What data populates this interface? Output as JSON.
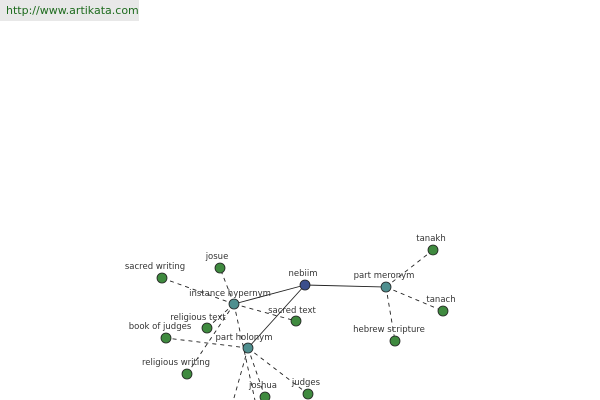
{
  "credit": {
    "url_text": "http://www.artikata.com"
  },
  "colors": {
    "center_node": "#3b4f8c",
    "relation_node": "#4f8f8f",
    "leaf_node": "#3f8a3f",
    "node_stroke": "#222222",
    "edge": "#222222",
    "link_text": "#1e6b1e",
    "banner_bg": "#e8e8e8"
  },
  "graph": {
    "nodes": [
      {
        "id": "nebiim",
        "label": "nebiim",
        "kind": "center"
      },
      {
        "id": "part_meronym",
        "label": "part meronym",
        "kind": "relation"
      },
      {
        "id": "instance_hypernym",
        "label": "instance hypernym",
        "kind": "relation"
      },
      {
        "id": "part_holonym",
        "label": "part holonym",
        "kind": "relation"
      },
      {
        "id": "tanakh",
        "label": "tanakh",
        "kind": "leaf"
      },
      {
        "id": "tanach",
        "label": "tanach",
        "kind": "leaf"
      },
      {
        "id": "hebrew_scripture",
        "label": "hebrew scripture",
        "kind": "leaf"
      },
      {
        "id": "sacred_writing",
        "label": "sacred writing",
        "kind": "leaf"
      },
      {
        "id": "josue",
        "label": "josue",
        "kind": "leaf"
      },
      {
        "id": "religious_text",
        "label": "religious text",
        "kind": "leaf"
      },
      {
        "id": "sacred_text",
        "label": "sacred text",
        "kind": "leaf"
      },
      {
        "id": "book_of_judges",
        "label": "book of judges",
        "kind": "leaf"
      },
      {
        "id": "religious_writing",
        "label": "religious writing",
        "kind": "leaf"
      },
      {
        "id": "joshua",
        "label": "joshua",
        "kind": "leaf"
      },
      {
        "id": "judges",
        "label": "judges",
        "kind": "leaf"
      }
    ],
    "edges": [
      {
        "from": "nebiim",
        "to": "part_meronym",
        "style": "solid"
      },
      {
        "from": "nebiim",
        "to": "instance_hypernym",
        "style": "solid"
      },
      {
        "from": "nebiim",
        "to": "part_holonym",
        "style": "solid"
      },
      {
        "from": "part_meronym",
        "to": "tanakh",
        "style": "dashed"
      },
      {
        "from": "part_meronym",
        "to": "tanach",
        "style": "dashed"
      },
      {
        "from": "part_meronym",
        "to": "hebrew_scripture",
        "style": "dashed"
      },
      {
        "from": "instance_hypernym",
        "to": "sacred_writing",
        "style": "dashed"
      },
      {
        "from": "instance_hypernym",
        "to": "josue",
        "style": "dashed"
      },
      {
        "from": "instance_hypernym",
        "to": "religious_text",
        "style": "dashed"
      },
      {
        "from": "instance_hypernym",
        "to": "sacred_text",
        "style": "dashed"
      },
      {
        "from": "instance_hypernym",
        "to": "religious_writing",
        "style": "dashed"
      },
      {
        "from": "part_holonym",
        "to": "book_of_judges",
        "style": "dashed"
      },
      {
        "from": "part_holonym",
        "to": "joshua",
        "style": "dashed"
      },
      {
        "from": "part_holonym",
        "to": "judges",
        "style": "dashed"
      },
      {
        "from": "part_holonym",
        "to": "offscreen_left",
        "style": "dashed"
      },
      {
        "from": "instance_hypernym",
        "to": "offscreen_mid",
        "style": "dashed"
      }
    ]
  }
}
